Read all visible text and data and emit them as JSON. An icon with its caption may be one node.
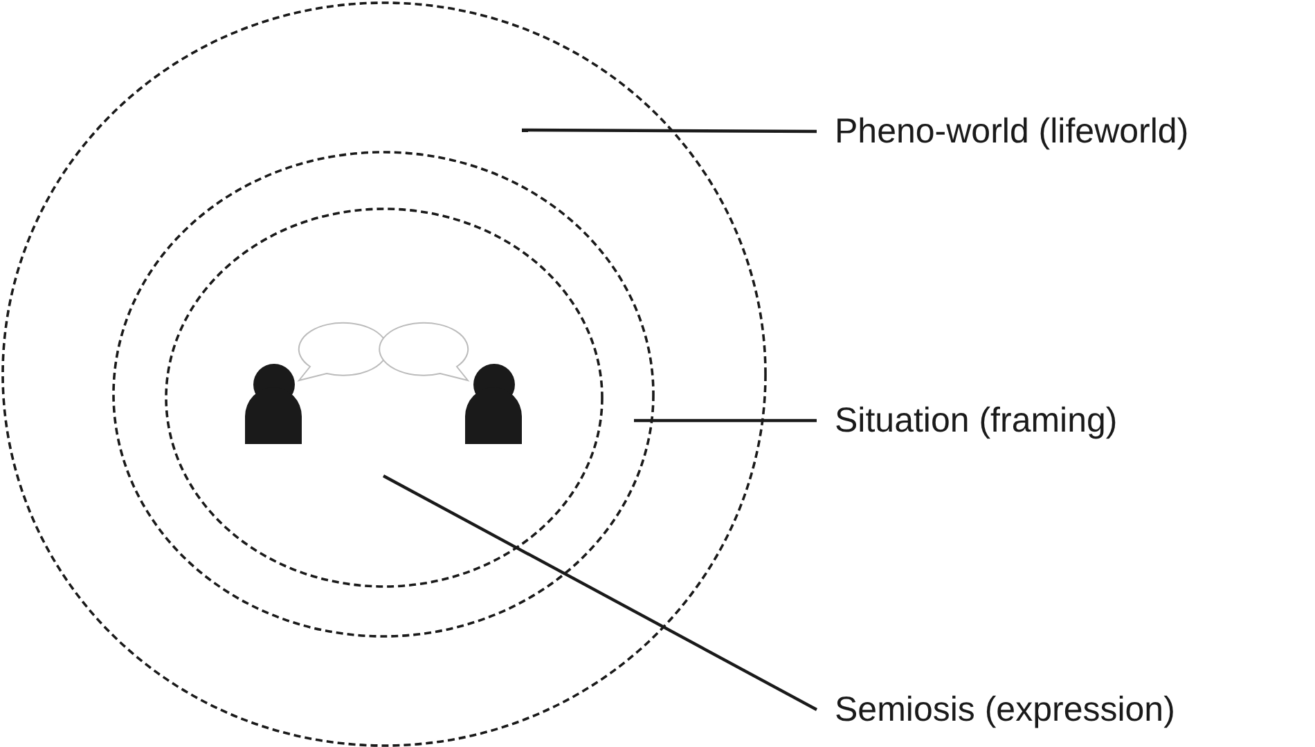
{
  "diagram": {
    "nodes": [
      {
        "text": [],
        "shape": "circle"
      },
      {
        "text": [],
        "shape": "circle",
        "in": 0
      },
      {
        "text": [],
        "shape": "circle",
        "in": 1
      },
      {
        "text": [
          "Pheno-world (lifeworld)"
        ]
      },
      {
        "text": [
          "Situation (framing)"
        ]
      },
      {
        "text": [
          "Semiosis (expression)"
        ]
      }
    ],
    "edges": [
      {
        "from": 3,
        "to": 0,
        "arrow": "none"
      },
      {
        "from": 4,
        "to": 1,
        "arrow": "none"
      },
      {
        "from": 5,
        "to": 2,
        "arrow": "none"
      }
    ]
  }
}
